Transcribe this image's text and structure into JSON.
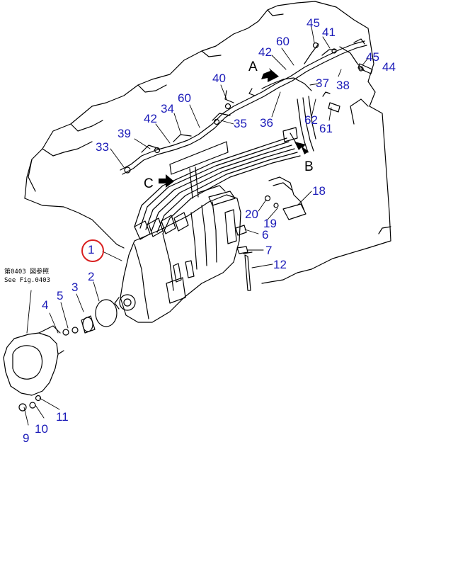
{
  "colors": {
    "callout": "#1a1ab8",
    "highlight": "#d92020",
    "line": "#000000"
  },
  "figure_reference": {
    "line1": "第0403 図参照",
    "line2": "See Fig.0403"
  },
  "highlighted_callout": "1",
  "callouts": [
    {
      "id": "c45a",
      "text": "45"
    },
    {
      "id": "c41",
      "text": "41"
    },
    {
      "id": "c60a",
      "text": "60"
    },
    {
      "id": "c42a",
      "text": "42"
    },
    {
      "id": "c45b",
      "text": "45"
    },
    {
      "id": "c44",
      "text": "44"
    },
    {
      "id": "c37",
      "text": "37"
    },
    {
      "id": "c38",
      "text": "38"
    },
    {
      "id": "c40",
      "text": "40"
    },
    {
      "id": "c60b",
      "text": "60"
    },
    {
      "id": "c34",
      "text": "34"
    },
    {
      "id": "c42b",
      "text": "42"
    },
    {
      "id": "c35",
      "text": "35"
    },
    {
      "id": "c36",
      "text": "36"
    },
    {
      "id": "c62",
      "text": "62"
    },
    {
      "id": "c61",
      "text": "61"
    },
    {
      "id": "c39",
      "text": "39"
    },
    {
      "id": "c33",
      "text": "33"
    },
    {
      "id": "c18",
      "text": "18"
    },
    {
      "id": "c20",
      "text": "20"
    },
    {
      "id": "c19",
      "text": "19"
    },
    {
      "id": "c6",
      "text": "6"
    },
    {
      "id": "c1",
      "text": "1"
    },
    {
      "id": "c7",
      "text": "7"
    },
    {
      "id": "c12",
      "text": "12"
    },
    {
      "id": "c2",
      "text": "2"
    },
    {
      "id": "c3",
      "text": "3"
    },
    {
      "id": "c5",
      "text": "5"
    },
    {
      "id": "c4",
      "text": "4"
    },
    {
      "id": "c11",
      "text": "11"
    },
    {
      "id": "c10",
      "text": "10"
    },
    {
      "id": "c9",
      "text": "9"
    }
  ],
  "view_markers": [
    {
      "id": "mA",
      "text": "A"
    },
    {
      "id": "mB",
      "text": "B"
    },
    {
      "id": "mC",
      "text": "C"
    }
  ]
}
